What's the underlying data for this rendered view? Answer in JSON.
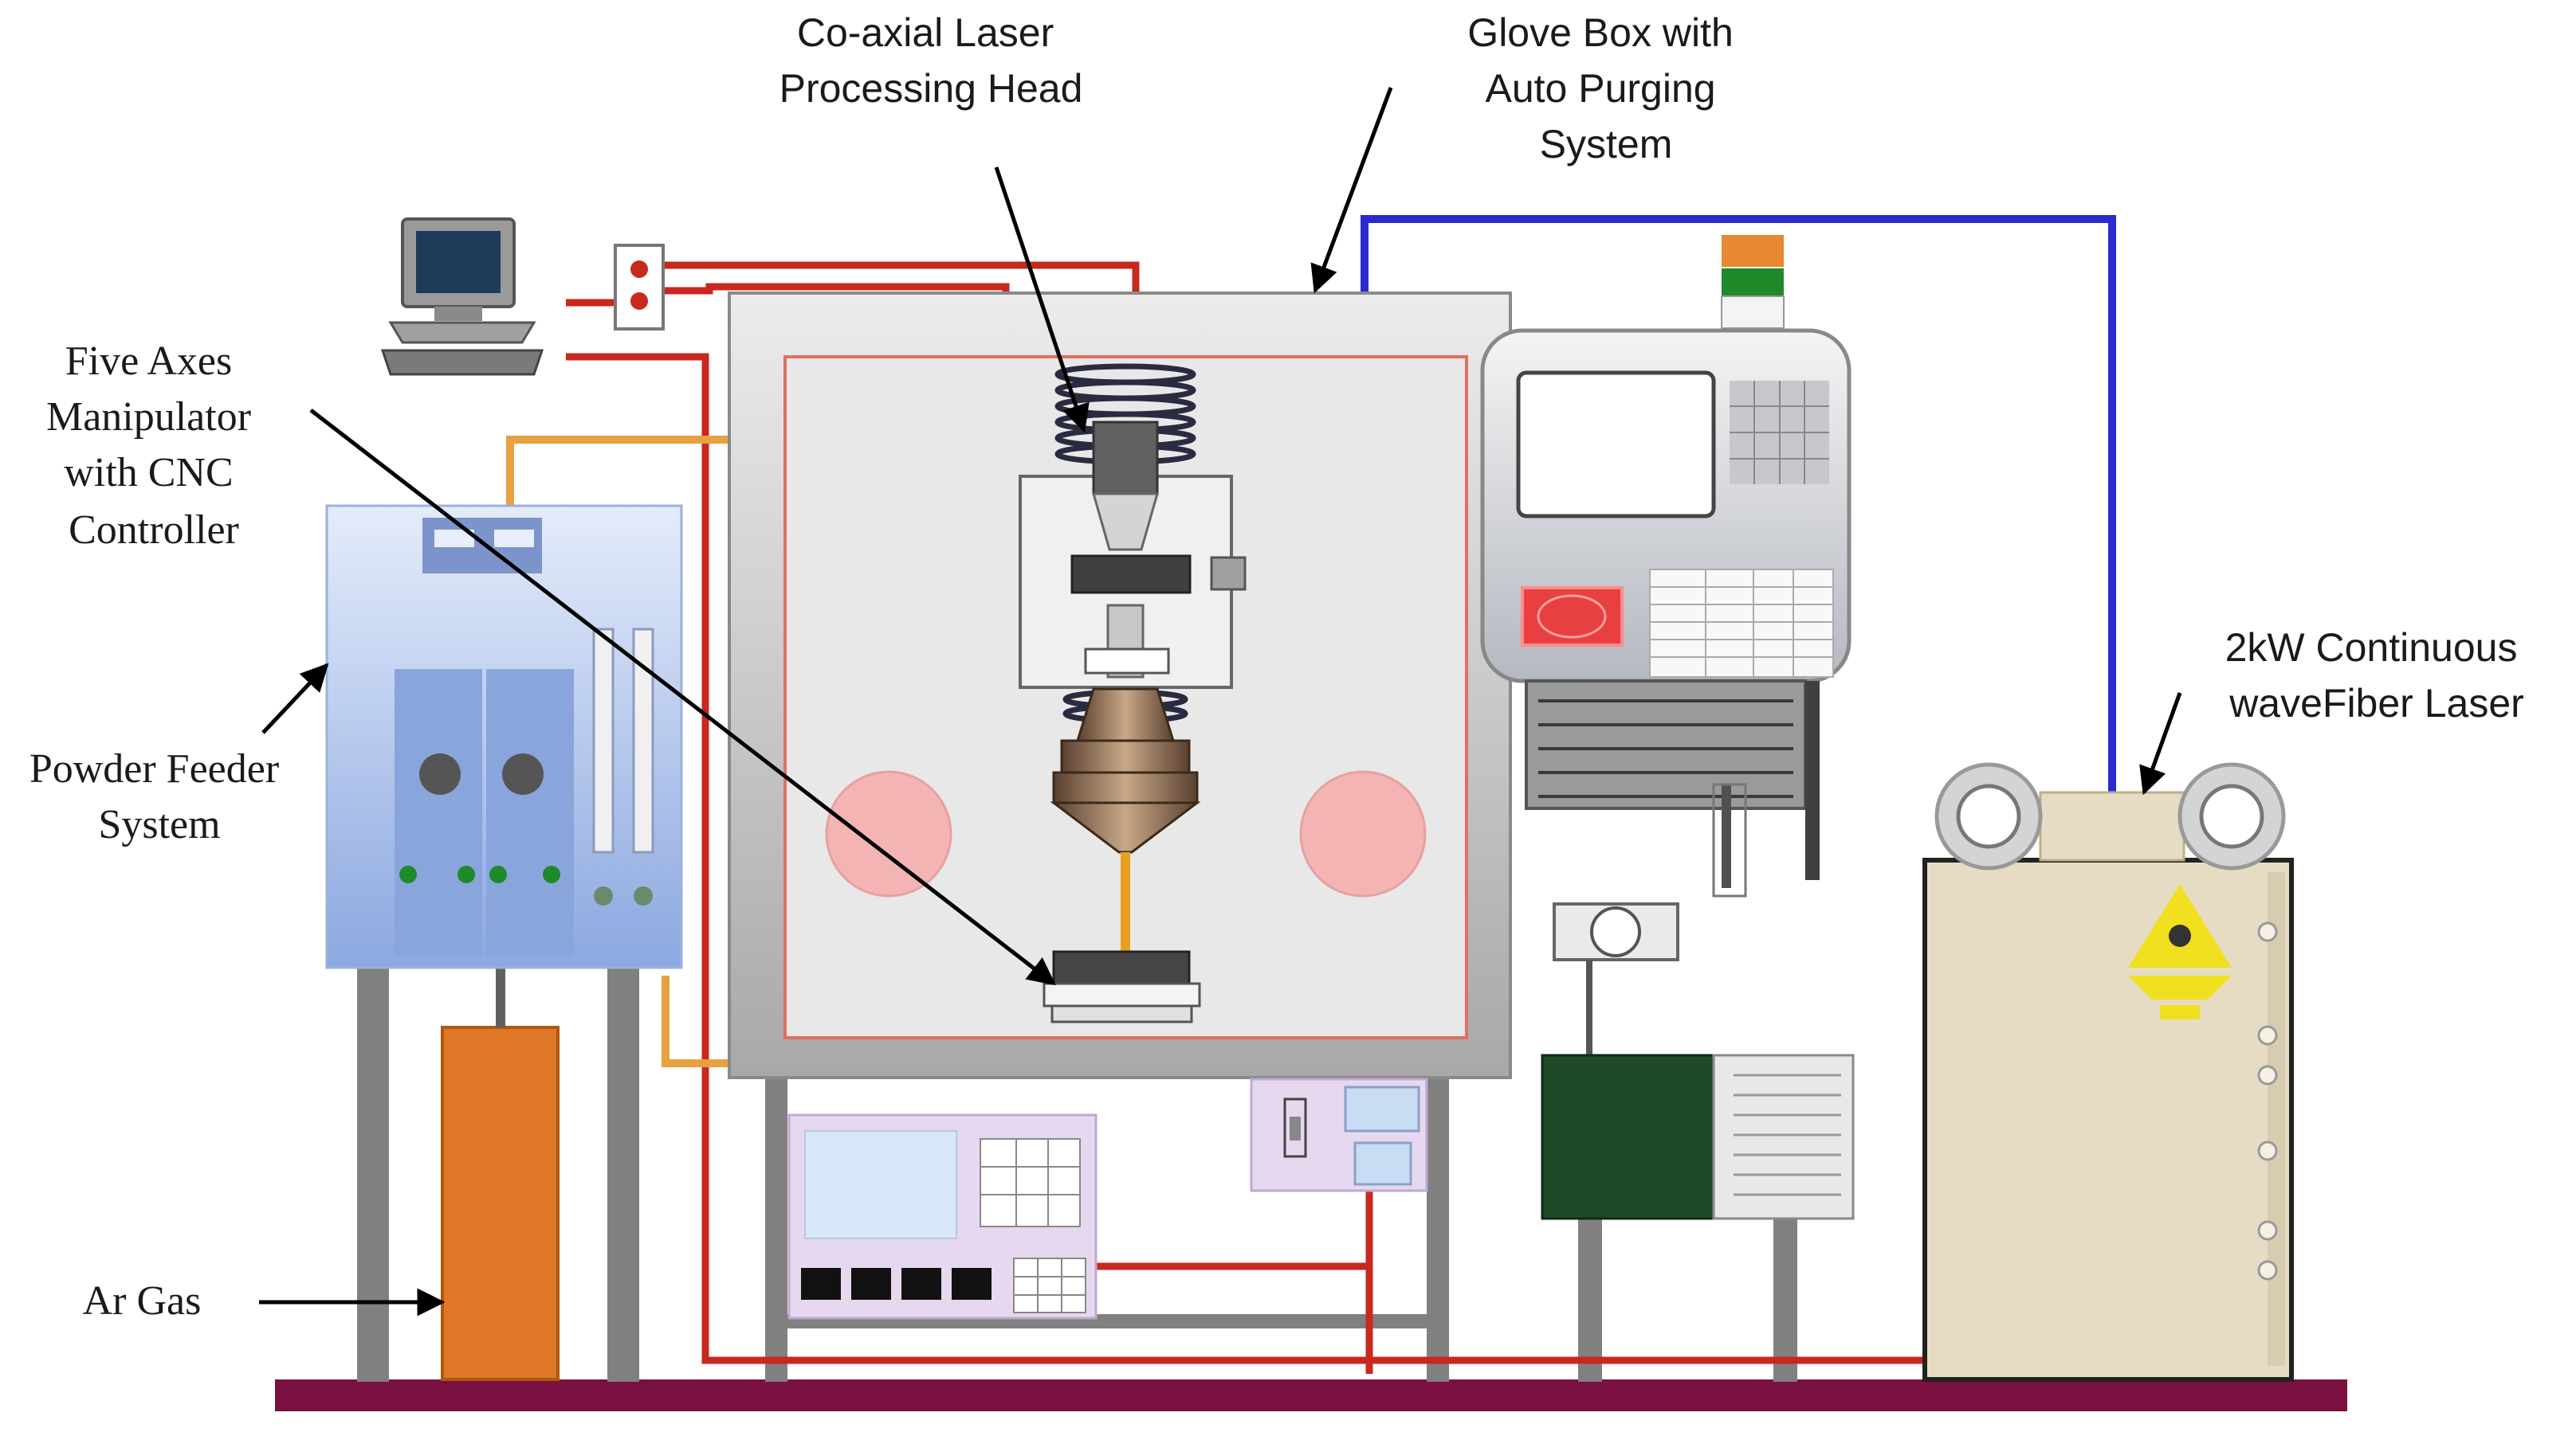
{
  "labels": {
    "coaxial_head": [
      "Co-axial Laser",
      "Processing Head"
    ],
    "glove_box": [
      "Glove Box with",
      "Auto Purging",
      "System"
    ],
    "five_axes": [
      "Five Axes",
      "Manipulator",
      "with CNC",
      "Controller"
    ],
    "powder_feeder": [
      "Powder Feeder",
      "System"
    ],
    "fiber_laser": [
      "2kW Continuous",
      "waveFiber Laser"
    ],
    "ar_gas": [
      "Ar Gas"
    ]
  },
  "colors": {
    "power_line": "#c8281e",
    "fiber_line": "#2a2ad0",
    "powder_line": "#e8a040",
    "base_rail": "#7a1040",
    "argas_tank": "#e07828",
    "laser_cabinet": "#e6dcc4",
    "glovebox": "#dcdcdc",
    "port": "#f4b4b4",
    "feeder": "#cad8f4",
    "cnc_panel": "#d6e0f0",
    "motor": "#1e4a28",
    "warning": "#f0e020"
  },
  "icons": [
    "computer-icon",
    "switch-icon",
    "status-light-icon",
    "laser-warning-icon",
    "fiber-reel-icon"
  ]
}
